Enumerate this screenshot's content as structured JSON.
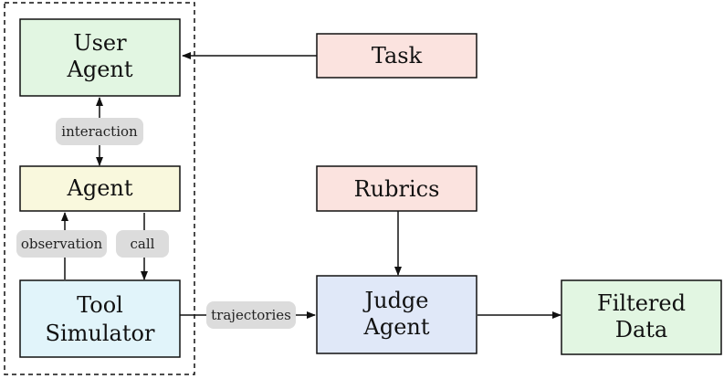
{
  "colors": {
    "user_agent_fill": "#e2f6e2",
    "agent_fill": "#f9f8dd",
    "tool_fill": "#e1f4fa",
    "task_fill": "#fbe3df",
    "judge_fill": "#e0e8f8",
    "filtered_fill": "#e2f6e2",
    "pill_fill": "#dcdcdc",
    "stroke": "#111111"
  },
  "nodes": {
    "user_agent": [
      "User",
      "Agent"
    ],
    "agent": [
      "Agent"
    ],
    "tool_simulator": [
      "Tool",
      "Simulator"
    ],
    "task": [
      "Task"
    ],
    "rubrics": [
      "Rubrics"
    ],
    "judge_agent": [
      "Judge",
      "Agent"
    ],
    "filtered_data": [
      "Filtered",
      "Data"
    ]
  },
  "edges": {
    "interaction": "interaction",
    "observation": "observation",
    "call": "call",
    "trajectories": "trajectories"
  }
}
